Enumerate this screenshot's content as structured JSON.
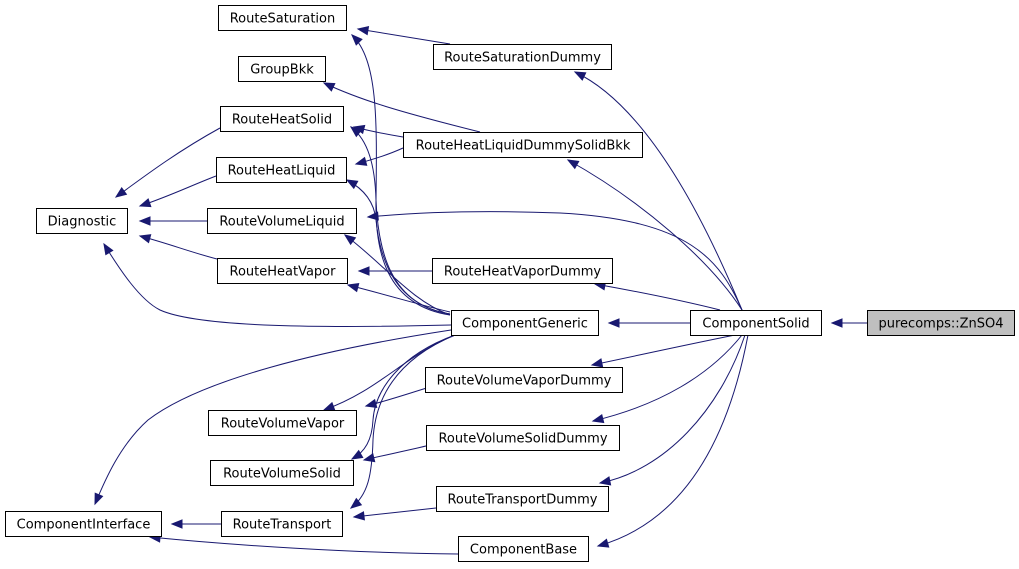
{
  "diagram": {
    "kind": "class inheritance graph",
    "colors": {
      "edge": "#191970",
      "node_border": "#000000",
      "node_fill": "#ffffff",
      "highlight_fill": "#bfbfbf"
    },
    "nodes": [
      {
        "id": "zn",
        "label": "purecomps::ZnSO4",
        "highlight": true
      },
      {
        "id": "solid",
        "label": "ComponentSolid"
      },
      {
        "id": "generic",
        "label": "ComponentGeneric"
      },
      {
        "id": "base",
        "label": "ComponentBase"
      },
      {
        "id": "ci",
        "label": "ComponentInterface"
      },
      {
        "id": "diag",
        "label": "Diagnostic"
      },
      {
        "id": "rs",
        "label": "RouteSaturation"
      },
      {
        "id": "gb",
        "label": "GroupBkk"
      },
      {
        "id": "rhs",
        "label": "RouteHeatSolid"
      },
      {
        "id": "rhl",
        "label": "RouteHeatLiquid"
      },
      {
        "id": "rvl",
        "label": "RouteVolumeLiquid"
      },
      {
        "id": "rhv",
        "label": "RouteHeatVapor"
      },
      {
        "id": "rvv",
        "label": "RouteVolumeVapor"
      },
      {
        "id": "rvs",
        "label": "RouteVolumeSolid"
      },
      {
        "id": "rt",
        "label": "RouteTransport"
      },
      {
        "id": "rsd",
        "label": "RouteSaturationDummy"
      },
      {
        "id": "rhld",
        "label": "RouteHeatLiquidDummySolidBkk"
      },
      {
        "id": "rhvd",
        "label": "RouteHeatVaporDummy"
      },
      {
        "id": "rvvd",
        "label": "RouteVolumeVaporDummy"
      },
      {
        "id": "rvsd",
        "label": "RouteVolumeSolidDummy"
      },
      {
        "id": "rtd",
        "label": "RouteTransportDummy"
      }
    ],
    "edges": [
      {
        "from": "zn",
        "to": "solid"
      },
      {
        "from": "solid",
        "to": "generic"
      },
      {
        "from": "solid",
        "to": "rsd"
      },
      {
        "from": "solid",
        "to": "rhld"
      },
      {
        "from": "solid",
        "to": "rvl"
      },
      {
        "from": "solid",
        "to": "rhvd"
      },
      {
        "from": "solid",
        "to": "rvvd"
      },
      {
        "from": "solid",
        "to": "rvsd"
      },
      {
        "from": "solid",
        "to": "rtd"
      },
      {
        "from": "solid",
        "to": "base"
      },
      {
        "from": "generic",
        "to": "rs"
      },
      {
        "from": "generic",
        "to": "rhs"
      },
      {
        "from": "generic",
        "to": "rhl"
      },
      {
        "from": "generic",
        "to": "rvl"
      },
      {
        "from": "generic",
        "to": "rhv"
      },
      {
        "from": "generic",
        "to": "diag"
      },
      {
        "from": "generic",
        "to": "rvv"
      },
      {
        "from": "generic",
        "to": "rvs"
      },
      {
        "from": "generic",
        "to": "rt"
      },
      {
        "from": "generic",
        "to": "ci"
      },
      {
        "from": "rsd",
        "to": "rs"
      },
      {
        "from": "rhld",
        "to": "gb"
      },
      {
        "from": "rhld",
        "to": "rhs"
      },
      {
        "from": "rhld",
        "to": "rhl"
      },
      {
        "from": "rhvd",
        "to": "rhv"
      },
      {
        "from": "rvvd",
        "to": "rvv"
      },
      {
        "from": "rvsd",
        "to": "rvs"
      },
      {
        "from": "rtd",
        "to": "rt"
      },
      {
        "from": "base",
        "to": "ci"
      },
      {
        "from": "rhs",
        "to": "diag"
      },
      {
        "from": "rhl",
        "to": "diag"
      },
      {
        "from": "rvl",
        "to": "diag"
      },
      {
        "from": "rhv",
        "to": "diag"
      },
      {
        "from": "rt",
        "to": "ci"
      }
    ]
  }
}
